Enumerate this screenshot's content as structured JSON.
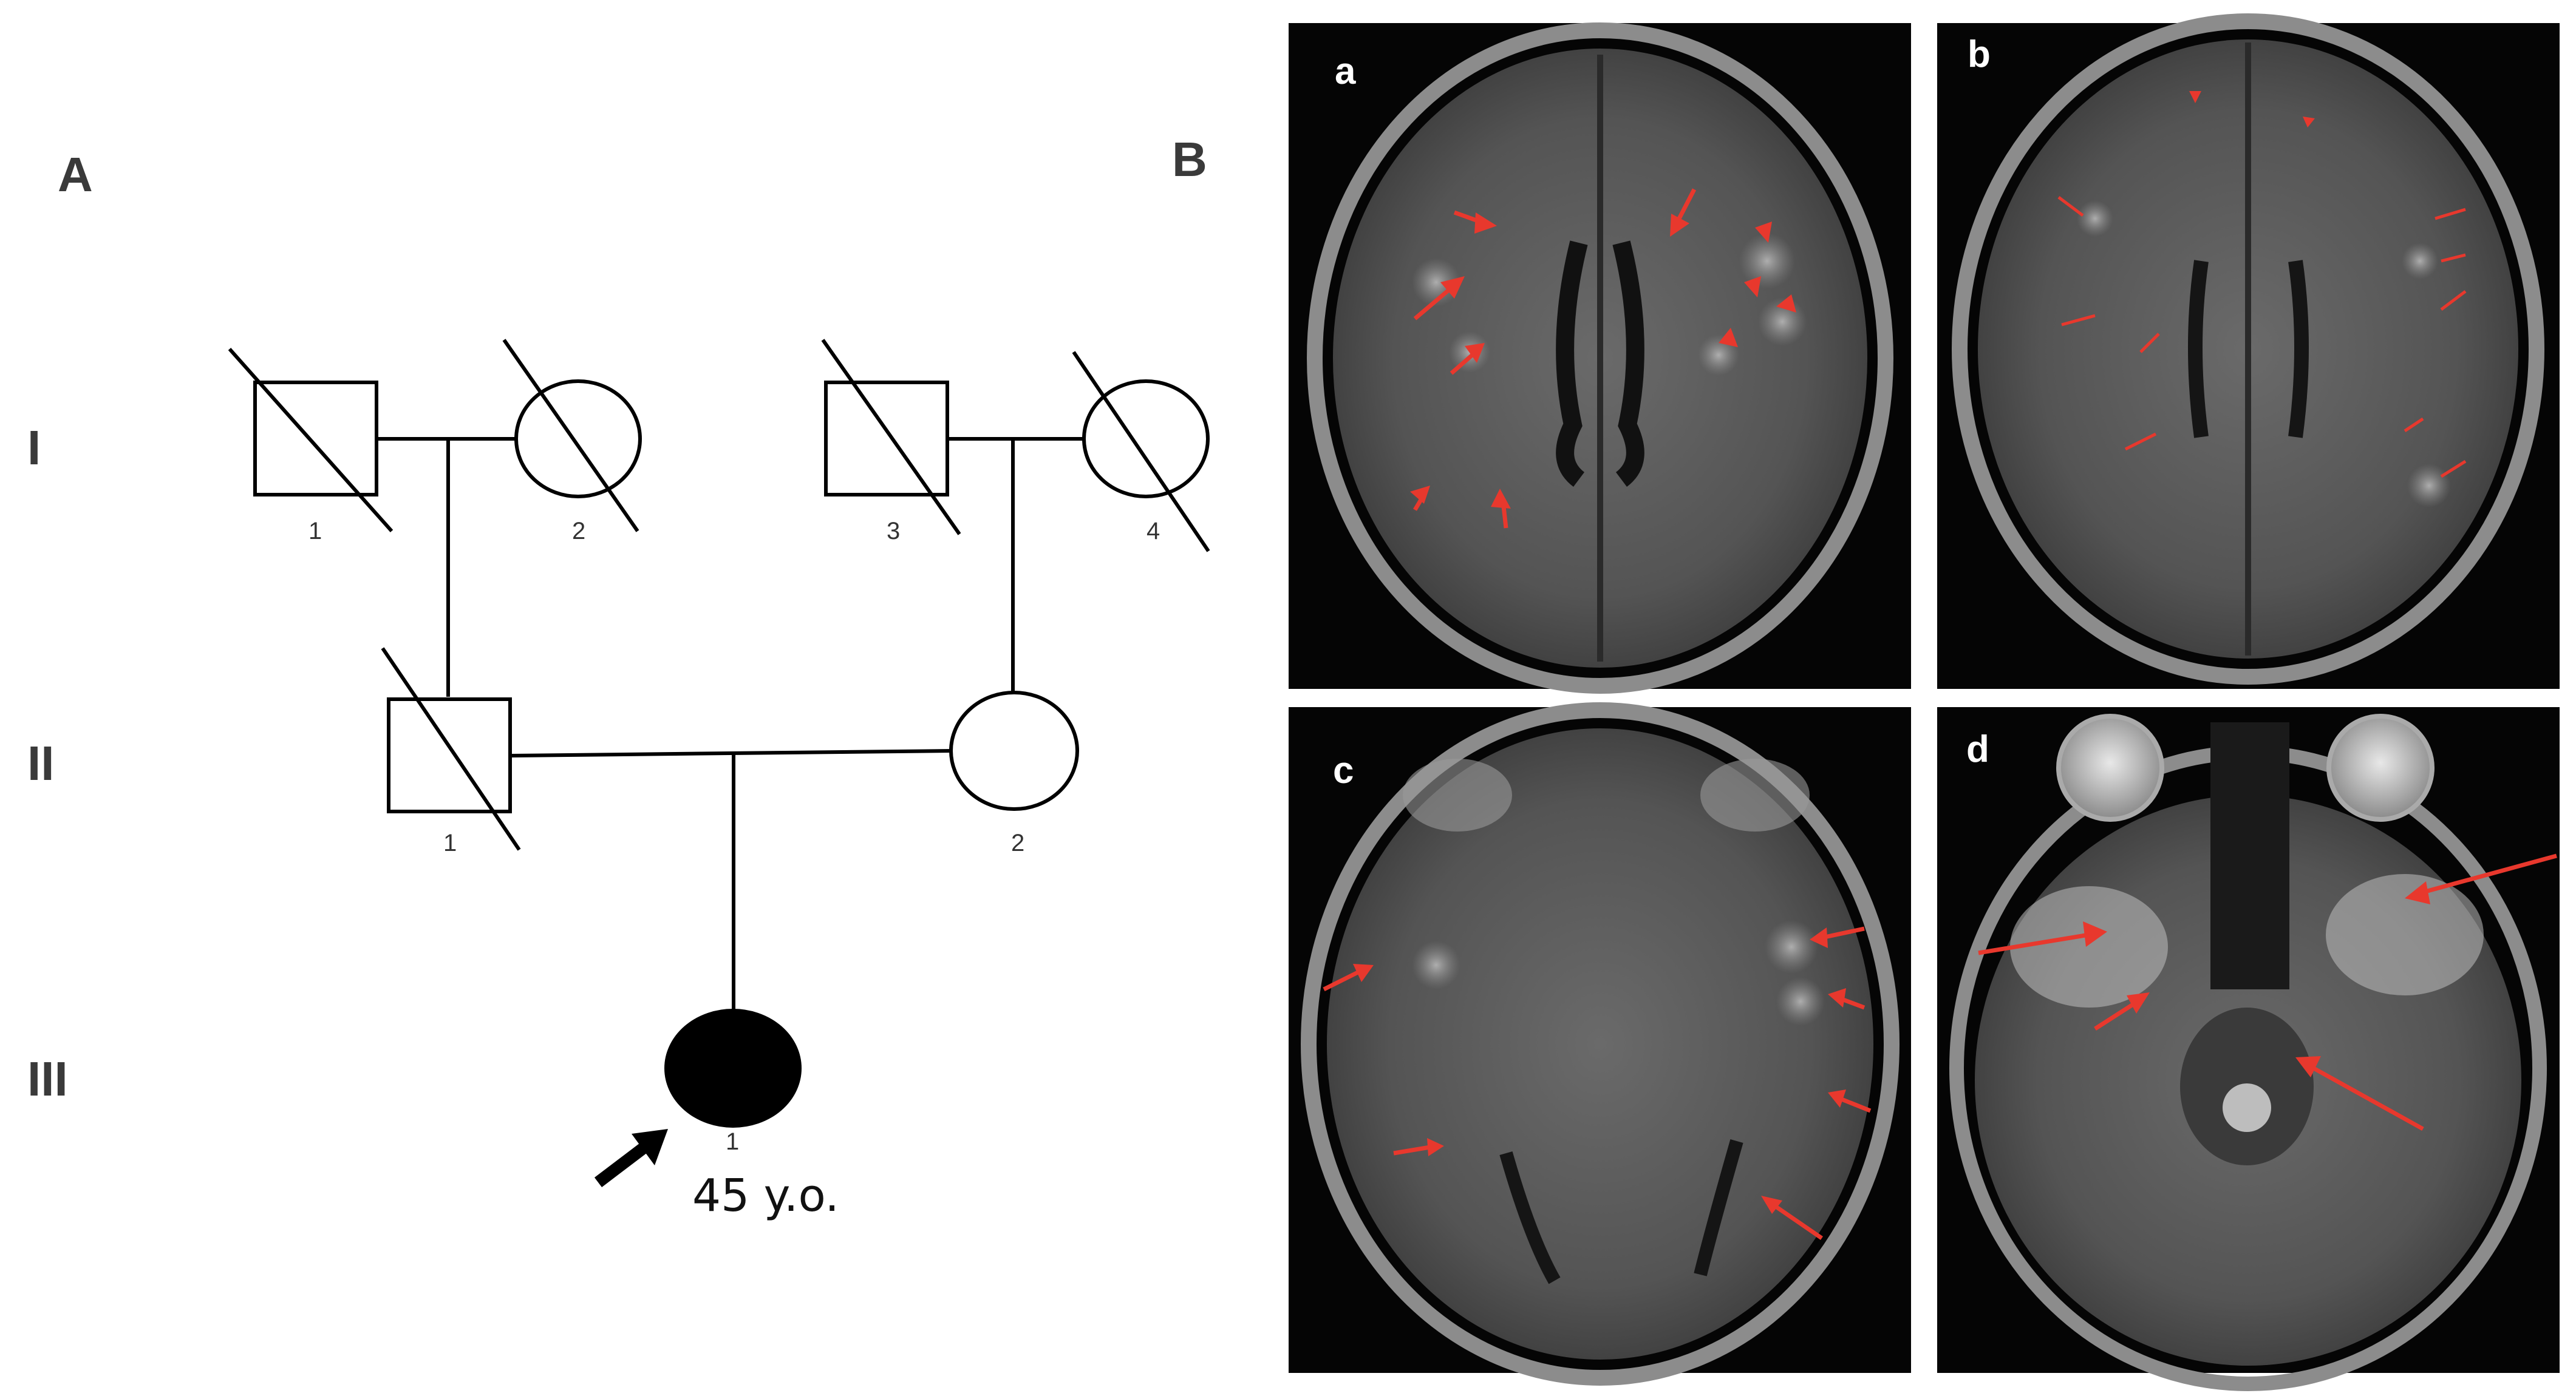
{
  "panels": {
    "A": {
      "label": "A"
    },
    "B": {
      "label": "B"
    }
  },
  "pedigree": {
    "generations": [
      "I",
      "II",
      "III"
    ],
    "individuals": [
      {
        "id": "I-1",
        "number": "1",
        "sex": "male",
        "deceased": true,
        "affected": false
      },
      {
        "id": "I-2",
        "number": "2",
        "sex": "female",
        "deceased": true,
        "affected": false
      },
      {
        "id": "I-3",
        "number": "3",
        "sex": "male",
        "deceased": true,
        "affected": false
      },
      {
        "id": "I-4",
        "number": "4",
        "sex": "female",
        "deceased": true,
        "affected": false
      },
      {
        "id": "II-1",
        "number": "1",
        "sex": "male",
        "deceased": true,
        "affected": false
      },
      {
        "id": "II-2",
        "number": "2",
        "sex": "female",
        "deceased": false,
        "affected": false
      },
      {
        "id": "III-1",
        "number": "1",
        "sex": "female",
        "deceased": false,
        "affected": true,
        "proband": true,
        "age": "45 y.o."
      }
    ]
  },
  "mri": {
    "subpanels": [
      {
        "label": "a"
      },
      {
        "label": "b"
      },
      {
        "label": "c"
      },
      {
        "label": "d"
      }
    ]
  },
  "colors": {
    "annotation_arrow": "#e8382d",
    "scan_background": "#050505",
    "text_dark": "#3a3a3a"
  }
}
